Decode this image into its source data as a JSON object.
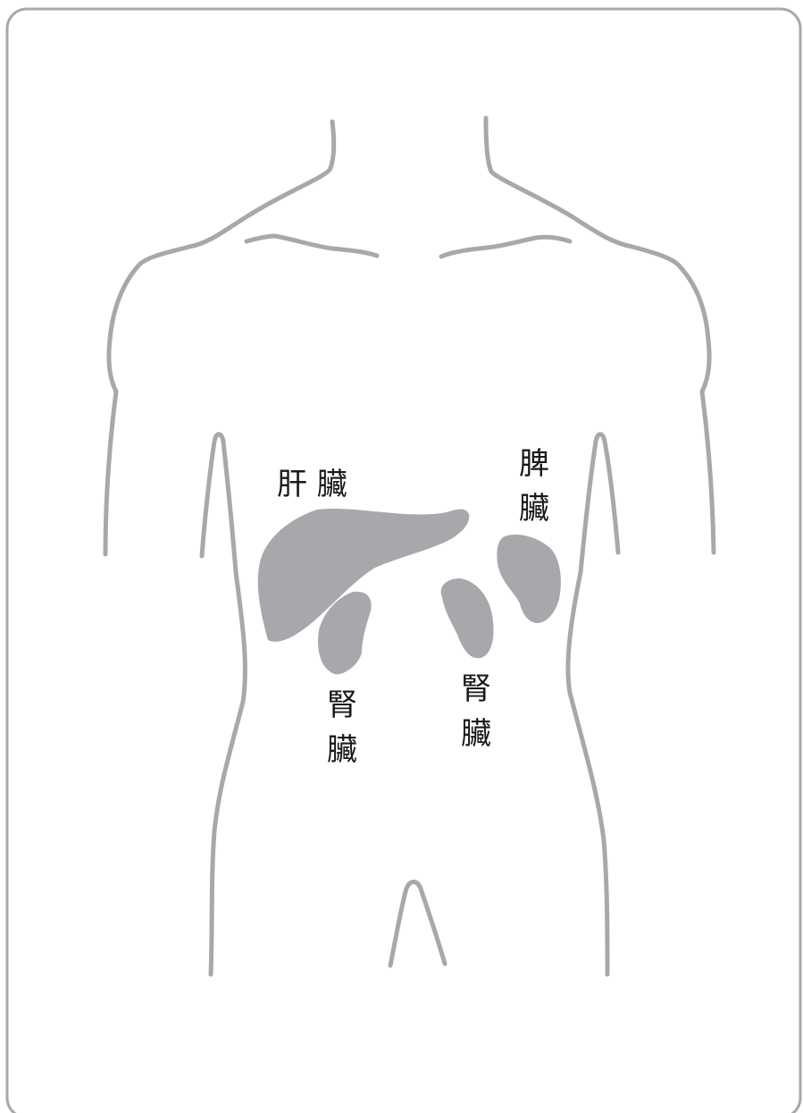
{
  "labels": {
    "liver": "肝 臟",
    "spleen_line1": "脾",
    "spleen_line2": "臟",
    "kidney_right_line1": "腎",
    "kidney_right_line2": "臟",
    "kidney_left_line1": "腎",
    "kidney_left_line2": "臟"
  },
  "colors": {
    "outline": "#a7a8ab",
    "organ": "#a7a8ab",
    "text": "#1a1a1a",
    "background": "#ffffff"
  }
}
